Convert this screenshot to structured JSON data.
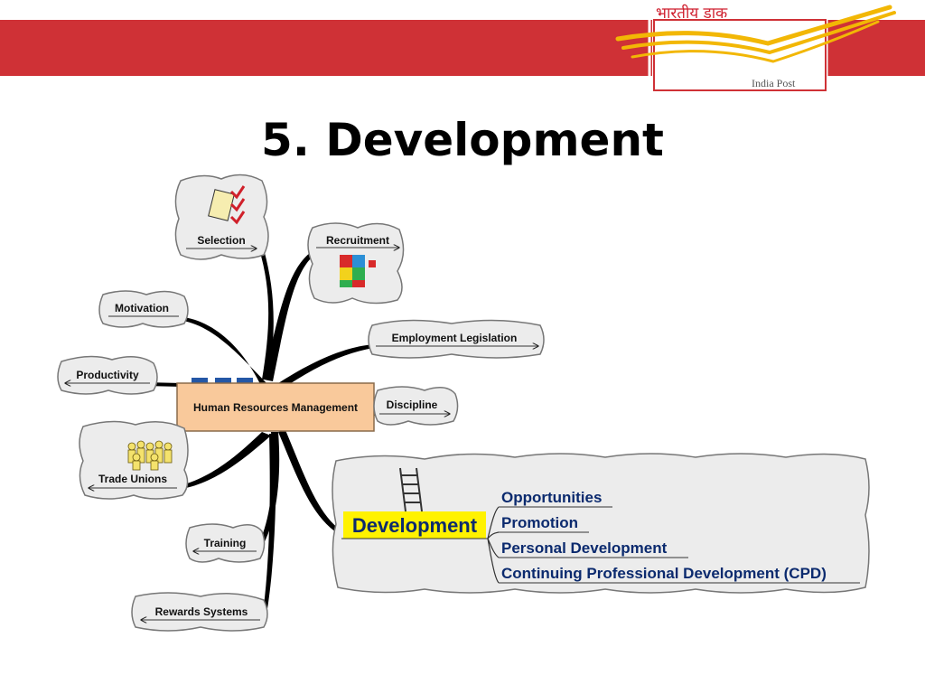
{
  "header": {
    "logo_script": "भारतीय डाक",
    "logo_caption": "India Post",
    "band_color": "#cf3136",
    "logo_stripe_color": "#f2b705"
  },
  "slide": {
    "title": "5. Development"
  },
  "mindmap": {
    "center": "Human Resources Management",
    "branches": {
      "selection": "Selection",
      "recruitment": "Recruitment",
      "motivation": "Motivation",
      "employment_legislation": "Employment Legislation",
      "productivity": "Productivity",
      "discipline": "Discipline",
      "trade_unions": "Trade Unions",
      "training": "Training",
      "rewards_systems": "Rewards Systems",
      "development": "Development"
    },
    "development_items": [
      "Opportunities",
      "Promotion",
      "Personal Development",
      "Continuing Professional Development (CPD)"
    ],
    "highlight_color": "#fff200",
    "center_fill": "#f9c99b"
  }
}
